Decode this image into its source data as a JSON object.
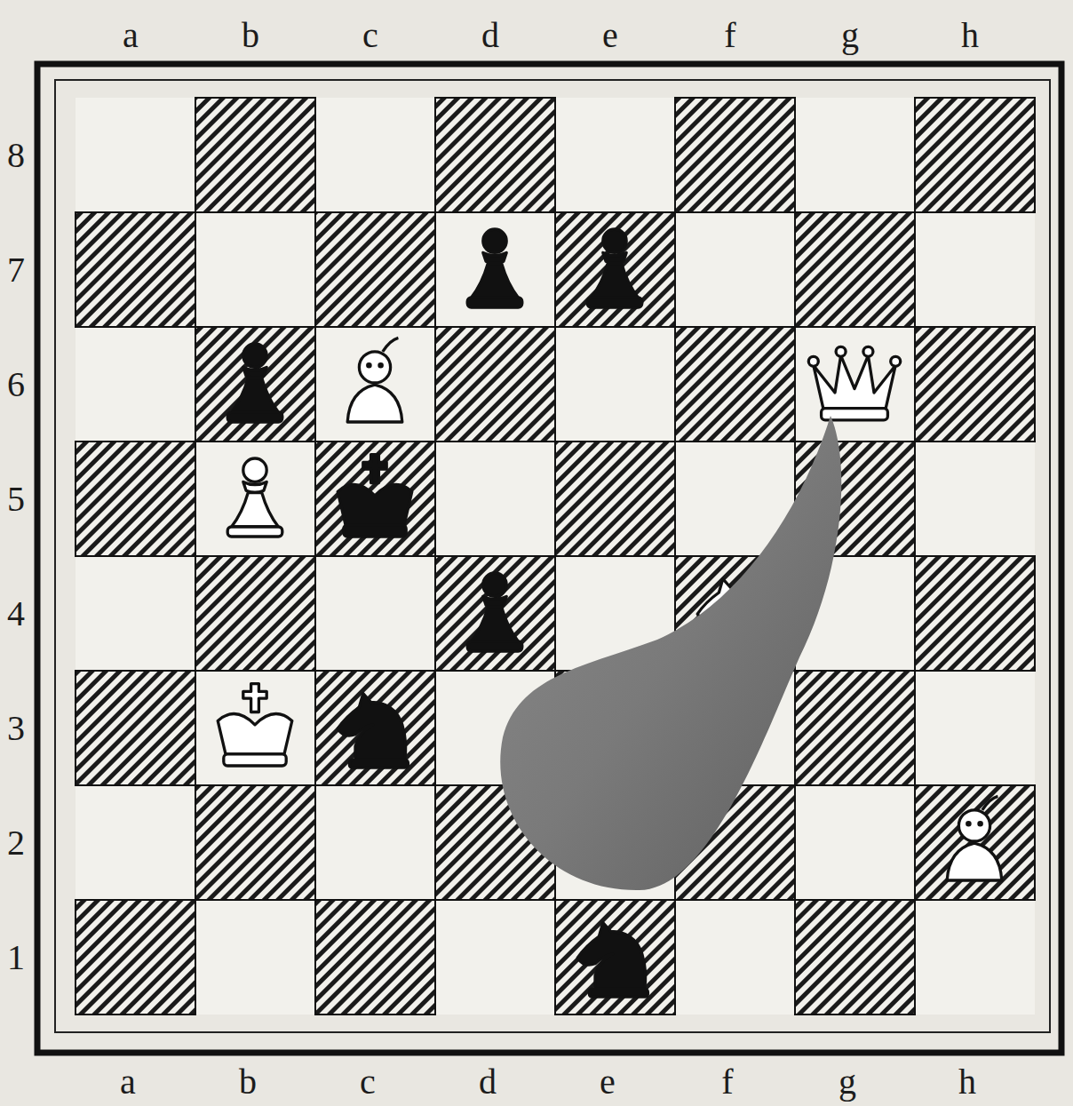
{
  "diagram": {
    "labels": [
      "a",
      "b",
      "c",
      "d",
      "e",
      "f",
      "g",
      "h",
      "8",
      "7",
      "6",
      "5",
      "4",
      "3",
      "2",
      "1",
      "a",
      "b",
      "c",
      "d",
      "e",
      "f",
      "g",
      "h"
    ]
  }
}
